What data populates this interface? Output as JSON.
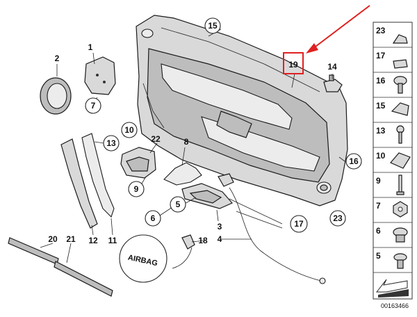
{
  "diagram": {
    "ref_number": "00163466",
    "highlight_color": "#e02020",
    "highlighted_label": "19",
    "airbag_label": "AIRBAG",
    "plain_labels": [
      "1",
      "2",
      "3",
      "4",
      "8",
      "11",
      "12",
      "14",
      "18",
      "20",
      "21",
      "22"
    ],
    "circled_labels": [
      "5",
      "6",
      "7",
      "9",
      "10",
      "13",
      "15",
      "16",
      "17",
      "23"
    ],
    "side_panel_labels": [
      "23",
      "17",
      "16",
      "15",
      "13",
      "10",
      "9",
      "7",
      "6",
      "5"
    ]
  }
}
